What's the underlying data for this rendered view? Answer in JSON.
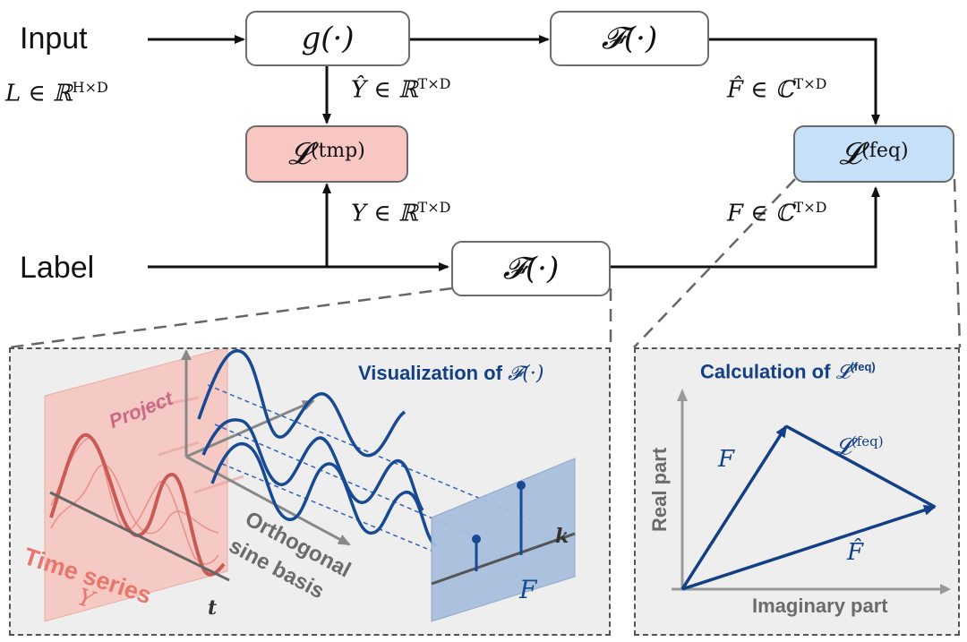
{
  "diagram": {
    "input_label": "Input",
    "input_set": "L ∈ ℝ",
    "input_set_sup": "H×D",
    "label_label": "Label",
    "g_box": "g(·)",
    "f_top_box": "𝓕(·)",
    "f_bottom_box": "𝓕(·)",
    "tmp_loss_base": "𝓛",
    "tmp_loss_sup": "(tmp)",
    "feq_loss_base": "𝓛",
    "feq_loss_sup": "(feq)",
    "yhat_base": "Ŷ ∈ ℝ",
    "yhat_sup": "T×D",
    "y_base": "Y ∈ ℝ",
    "y_sup": "T×D",
    "fhat_base": "F̂ ∈ ℂ",
    "fhat_sup": "T×D",
    "f_base": "F ∈ ℂ",
    "f_sup": "T×D"
  },
  "panel_left": {
    "title_text": "Visualization of ",
    "title_math": "𝓕(·)",
    "project_label": "Project",
    "time_series_label": "Time series",
    "y_label": "Y",
    "t_label": "t",
    "basis_label_1": "Orthogonal",
    "basis_label_2": "sine basis",
    "k_label": "k",
    "F_label": "F"
  },
  "panel_right": {
    "title_text": "Calculation of ",
    "title_math": "𝓛",
    "title_sup": "(feq)",
    "real_axis": "Real part",
    "imag_axis": "Imaginary part",
    "F_label": "F",
    "Fhat_label": "F̂",
    "loss_base": "𝓛",
    "loss_sup": "(feq)"
  },
  "colors": {
    "red_box": "#f8c7c4",
    "blue_box": "#c5e0f8",
    "navy": "#123f85",
    "salmon": "#e8766c"
  }
}
